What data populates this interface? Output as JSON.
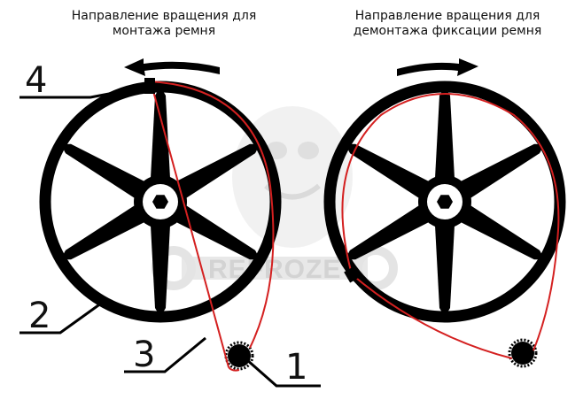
{
  "captions": {
    "left": [
      "Направление вращения для",
      "монтажа ремня"
    ],
    "right": [
      "Направление вращения для",
      "демонтажа фиксации ремня"
    ]
  },
  "labels": {
    "one": "1",
    "two": "2",
    "three": "3",
    "four": "4"
  },
  "watermark": "REFROZE",
  "colors": {
    "belt": "#d42020",
    "wheel": "#000000",
    "watermark": "#cfcfcf"
  },
  "icons": [
    "arrow-left-icon",
    "arrow-right-icon",
    "wrench-icon"
  ]
}
